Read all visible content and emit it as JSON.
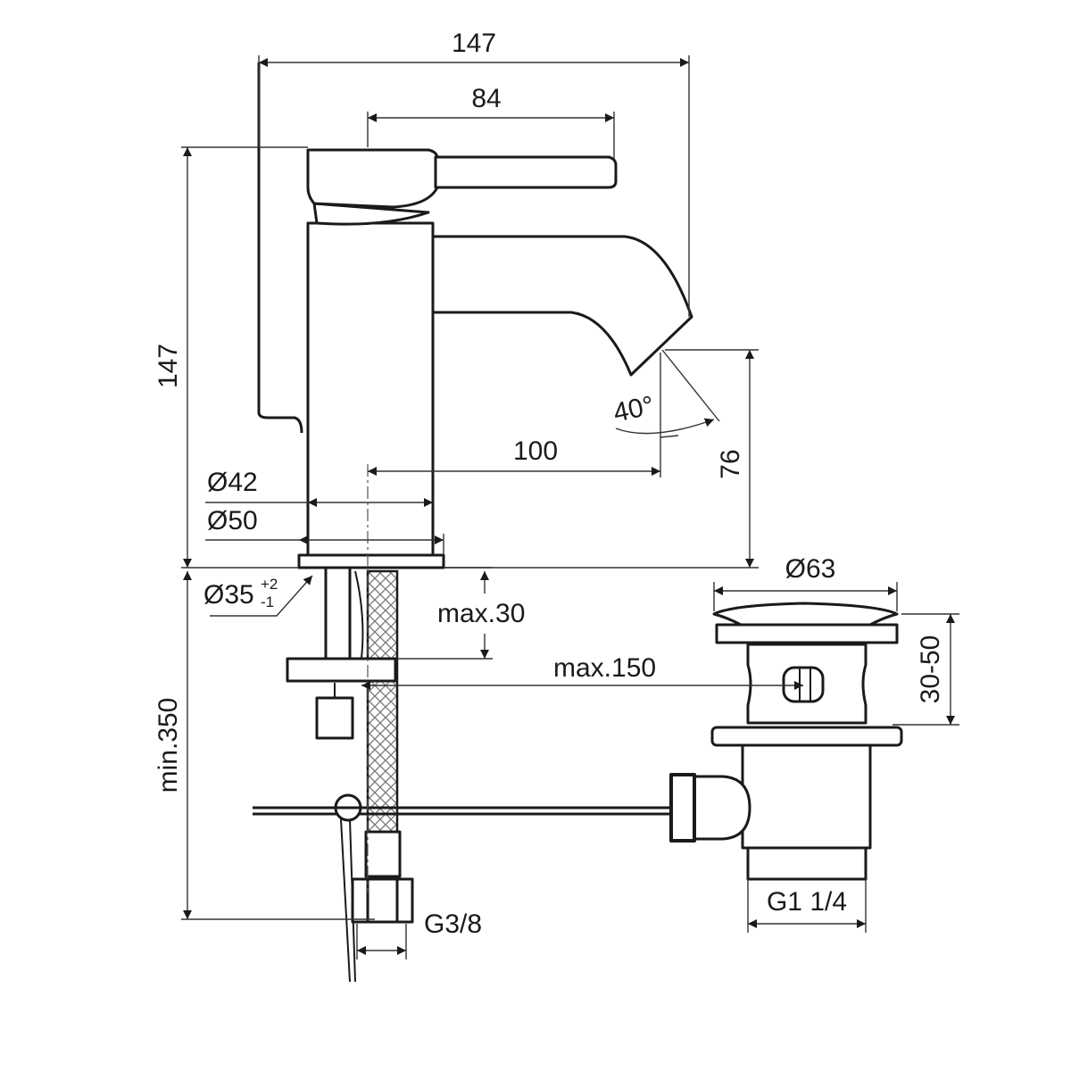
{
  "title": "Basin mixer dimension drawing",
  "dimensions": {
    "overall_width": "147",
    "lever_length": "84",
    "overall_height": "147",
    "spout_reach": "100",
    "spout_angle": "40°",
    "spout_height": "76",
    "body_diameter_42": "Ø42",
    "base_diameter_50": "Ø50",
    "hole_diameter": "Ø35",
    "hole_tol_plus": "+2",
    "hole_tol_minus": "-1",
    "max_deck_thickness": "max.30",
    "max_rod_length": "max.150",
    "waste_diameter": "Ø63",
    "waste_height": "30-50",
    "min_hose_length": "min.350",
    "hose_thread": "G3/8",
    "waste_thread": "G1 1/4"
  }
}
